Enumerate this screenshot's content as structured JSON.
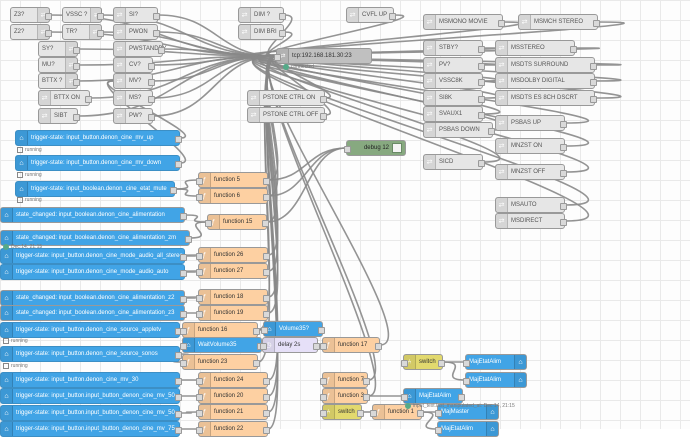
{
  "app": {
    "name": "Node-RED flow editor"
  },
  "nodes": {
    "z3": "Z3?",
    "z2": "Z2?",
    "vssc": "VSSC ?",
    "tr": "TR?",
    "si": "SI?",
    "pwon": "PWON",
    "sy": "SY?",
    "pwstandby": "PWSTANDBY",
    "mu": "MU?",
    "cv": "CV?",
    "bttx": "BTTX ?",
    "mv": "MV?",
    "bttx_on": "BTTX ON",
    "ms": "MS?",
    "sibt": "SIBT",
    "pw": "PW?",
    "dim": "DIM ?",
    "dim_bri": "DIM BRI",
    "cvfl_up": "CVFL UP",
    "tcp": "tcp:192.168.181.30:23",
    "tcp_status": "connected",
    "pstone_on": "PSTONE CTRL ON",
    "pstone_off": "PSTONE CTRL OFF",
    "debug": "debug 12",
    "msmono": "MSMONO MOVIE",
    "msmch": "MSMCH STEREO",
    "stby": "STBY?",
    "msstereo": "MSSTEREO",
    "pv": "PV?",
    "msdts_surround": "MSDTS SURROUND",
    "vssc8k": "VSSC8K",
    "msdolby": "MSDOLBY DIGITAL",
    "si8k": "SI8K",
    "msdts_es": "MSDTS ES 8CH DSCRT",
    "svaux1": "SVAUX1",
    "psbas_up": "PSBAS UP",
    "psbas_down": "PSBAS DOWN",
    "mnzst_on": "MNZST ON",
    "sicd": "SICD",
    "mnzst_off": "MNZST OFF",
    "msauto": "MSAUTO",
    "msdirect": "MSDIRECT",
    "ts_up": "trigger-state: input_button.denon_cine_mv_up",
    "ts_down": "trigger-state: input_button.denon_cine_mv_down",
    "ts_mute": "trigger-state: input_boolean.denon_cine_etat_mute",
    "sc_alim": "state_changed: input_boolean.denon_cine_alimentation",
    "sc_alim_zm": "state_changed: input_boolean.denon_cine_alimentation_zm",
    "ts_stereo": "trigger-state: input_button.denon_cine_mode_audio_all_stereo",
    "ts_auto": "trigger-state: input_button.denon_cine_mode_audio_auto",
    "sc_alim_z2": "state_changed: input_boolean.denon_cine_alimentation_z2",
    "sc_alim_z3": "state_changed: input_boolean.denon_cine_alimentation_z3",
    "ts_appletv": "trigger-state: input_button.denon_cine_source_appletv",
    "ts_sonos": "trigger-state: input_button.denon_cine_source_sonos",
    "ts_mv30": "trigger-state: input_button.denon_cine_mv_30",
    "ts_mv50a": "trigger-state: input_button.input_button_denon_cine_mv_50",
    "ts_mv50b": "trigger-state: input_button.input_button_denon_cine_mv_50",
    "ts_mv75": "trigger-state: input_button.input_button_denon_cine_mv_75",
    "status_running": "running",
    "status_date": "Dec 14, 21:15",
    "f5": "function 5",
    "f6": "function 6",
    "f15": "function 15",
    "f26": "function 26",
    "f27": "function 27",
    "f18": "function 18",
    "f19": "function 19",
    "f16": "function 16",
    "f23": "function 23",
    "f24": "function 24",
    "f20": "function 20",
    "f21": "function 21",
    "f22": "function 22",
    "volume35": "Volume35?",
    "waitvolume": "WaitVolume35",
    "delay": "delay 2s",
    "f17": "function 17",
    "switch1": "switch",
    "majetat1": "MajEtatAlim",
    "majetat2": "MajEtatAlim",
    "f7": "function 7",
    "f3": "function 3",
    "majetat3": "MajEtatAlim",
    "status_input": "input_text.last_manipulated_at: Dec 14, 21:15",
    "switch2": "switch",
    "f1": "function 1",
    "majmaster": "MajMaster",
    "majetat4": "MajEtatAlim"
  },
  "colors": {
    "home_assistant": "#41a4e6",
    "function": "#fdd0a2",
    "tcp_out": "#e6e6e6",
    "switch": "#e2d96e",
    "debug": "#87a980",
    "delay": "#e6e0f8",
    "wire": "#888888"
  },
  "icons": {
    "tcp": "tcp-icon",
    "function": "function-icon",
    "home_assistant": "home-assistant-icon",
    "debug": "debug-icon",
    "delay": "clock-icon",
    "switch": "switch-icon"
  }
}
